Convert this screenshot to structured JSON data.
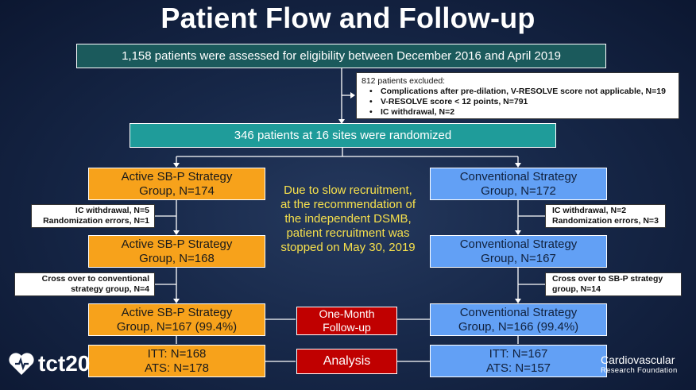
{
  "title": "Patient Flow and Follow-up",
  "assessed": "1,158 patients were assessed for eligibility between December 2016 and April 2019",
  "excluded": {
    "header": "812 patients excluded:",
    "items": [
      "Complications after pre-dilation, V-RESOLVE score not applicable, N=19",
      "V-RESOLVE score < 12 points, N=791",
      "IC withdrawal, N=2"
    ]
  },
  "randomized": "346 patients at 16 sites were randomized",
  "active": {
    "group1": [
      "Active SB-P Strategy",
      "Group, N=174"
    ],
    "drop1": [
      "IC withdrawal, N=5",
      "Randomization errors, N=1"
    ],
    "group2": [
      "Active SB-P Strategy",
      "Group, N=168"
    ],
    "drop2": [
      "Cross over to conventional",
      "strategy group, N=4"
    ],
    "group3": [
      "Active SB-P Strategy",
      "Group, N=167 (99.4%)"
    ],
    "analysis": [
      "ITT: N=168",
      "ATS: N=178"
    ]
  },
  "conventional": {
    "group1": [
      "Conventional Strategy",
      "Group, N=172"
    ],
    "drop1": [
      "IC withdrawal, N=2",
      "Randomization errors, N=3"
    ],
    "group2": [
      "Conventional Strategy",
      "Group, N=167"
    ],
    "drop2": [
      "Cross over to SB-P strategy",
      "group, N=14"
    ],
    "group3": [
      "Conventional Strategy",
      "Group, N=166 (99.4%)"
    ],
    "analysis": [
      "ITT: N=167",
      "ATS: N=157"
    ]
  },
  "followup": [
    "One-Month",
    "Follow-up"
  ],
  "analysis_label": "Analysis",
  "stop_note": [
    "Due to slow recruitment,",
    "at the recommendation of",
    "the independent DSMB,",
    "patient recruitment was",
    "stopped on May 30, 2019"
  ],
  "logos": {
    "left": "tct20",
    "right_line1": "Cardiovascular",
    "right_line2": "Research Foundation"
  },
  "colors": {
    "background": "#172849",
    "assessed_box": "#1b5a5c",
    "randomized_box": "#1f9c9a",
    "active_box": "#f7a21b",
    "conventional_box": "#62a0f5",
    "phase_box": "#c00000",
    "note_text": "#f6e04c"
  }
}
